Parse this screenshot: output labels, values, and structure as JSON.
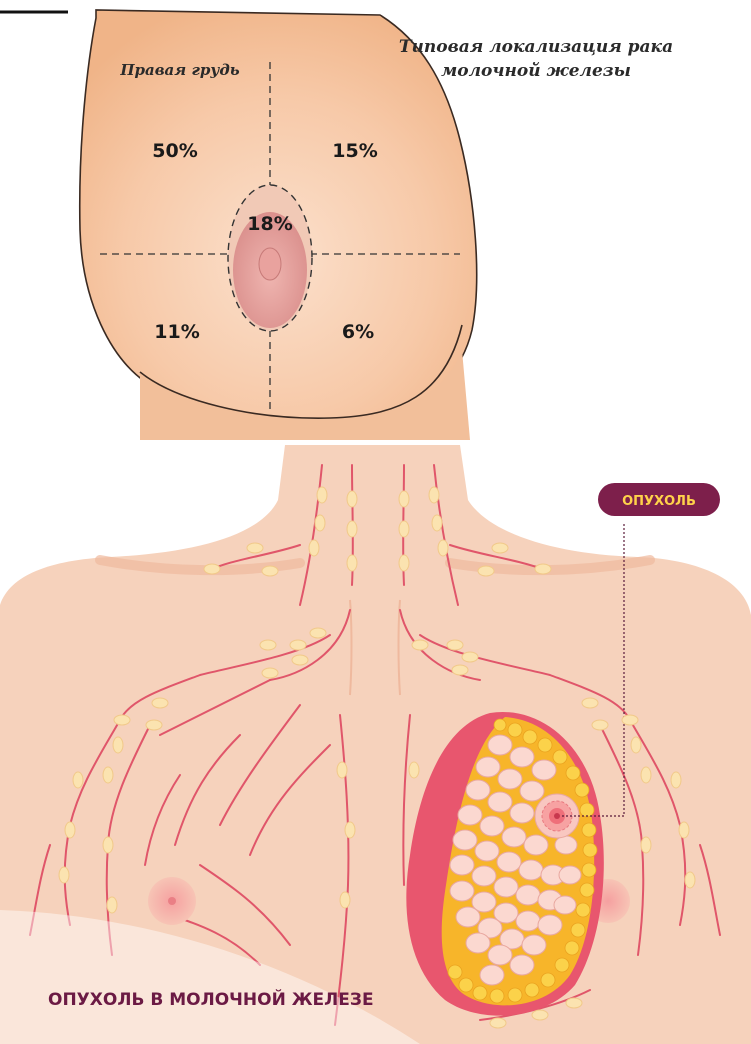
{
  "diagram1": {
    "title_line1": "Типовая локализация рака",
    "title_line2": "молочной железы",
    "side_label": "Правая грудь",
    "quadrants": {
      "upper_outer": "50%",
      "upper_inner": "15%",
      "central": "18%",
      "lower_outer": "11%",
      "lower_inner": "6%"
    }
  },
  "diagram2": {
    "tumor_badge": "ОПУХОЛЬ",
    "caption": "ОПУХОЛЬ В МОЛОЧНОЙ ЖЕЛЕЗЕ"
  },
  "colors": {
    "skin_light": "#f6d2bc",
    "skin_mid": "#f3c0a0",
    "badge_bg": "#7d1f4b",
    "badge_text": "#ffd24a",
    "caption_text": "#6b1a44",
    "vessel": "#e0566a",
    "node": "#fbe3b0"
  }
}
